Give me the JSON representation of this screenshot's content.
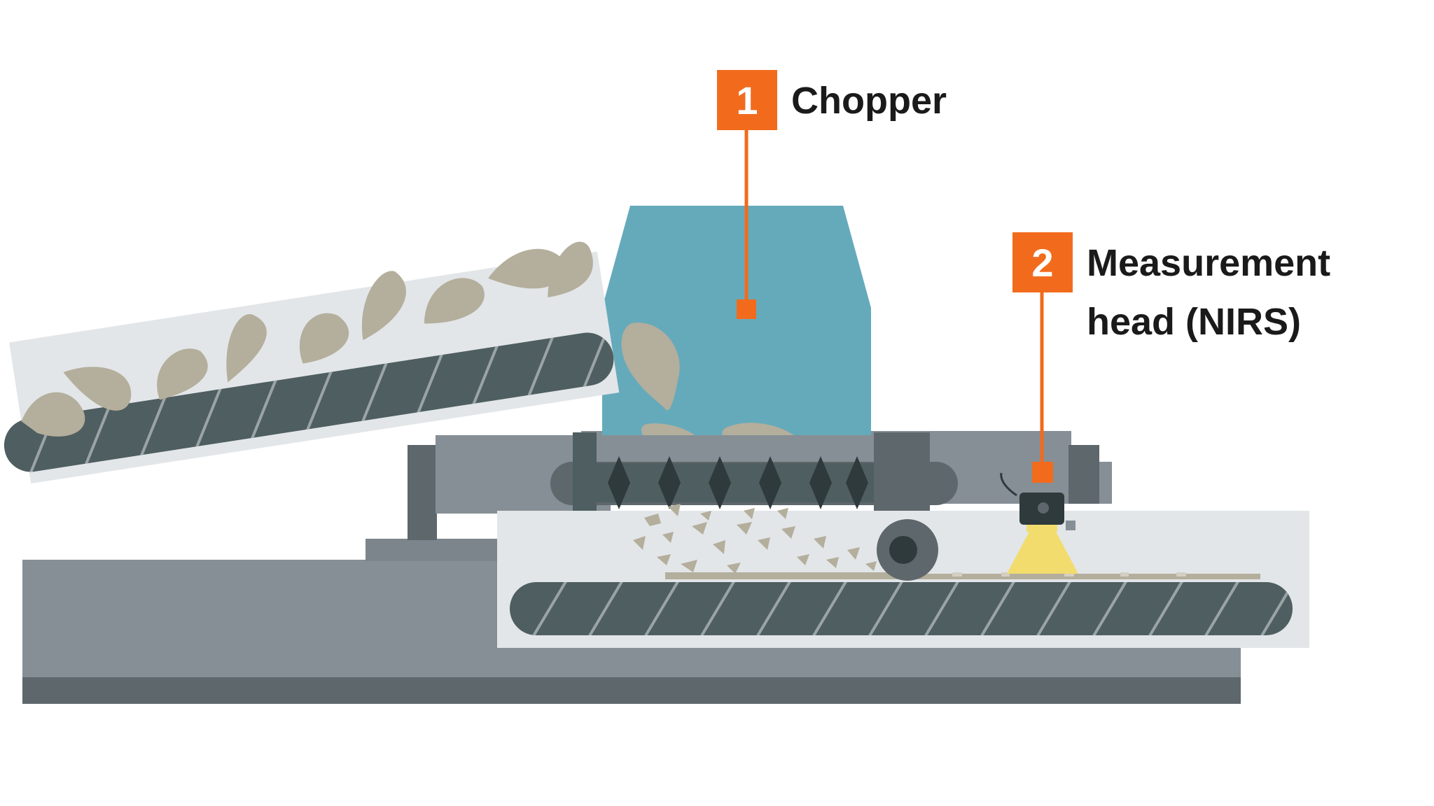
{
  "colors": {
    "accent": "#f26b1d",
    "hopper": "#65aabb",
    "belt_dark": "#4f5e60",
    "frame_gray": "#868f95",
    "frame_dark": "#5e676c",
    "tray_light": "#e2e6e9",
    "material": "#b4ae9c",
    "nirs_light": "#f2dc6e"
  },
  "callouts": [
    {
      "number": "1",
      "label_lines": [
        "Chopper"
      ]
    },
    {
      "number": "2",
      "label_lines": [
        "Measurement",
        "head (NIRS)"
      ]
    }
  ]
}
